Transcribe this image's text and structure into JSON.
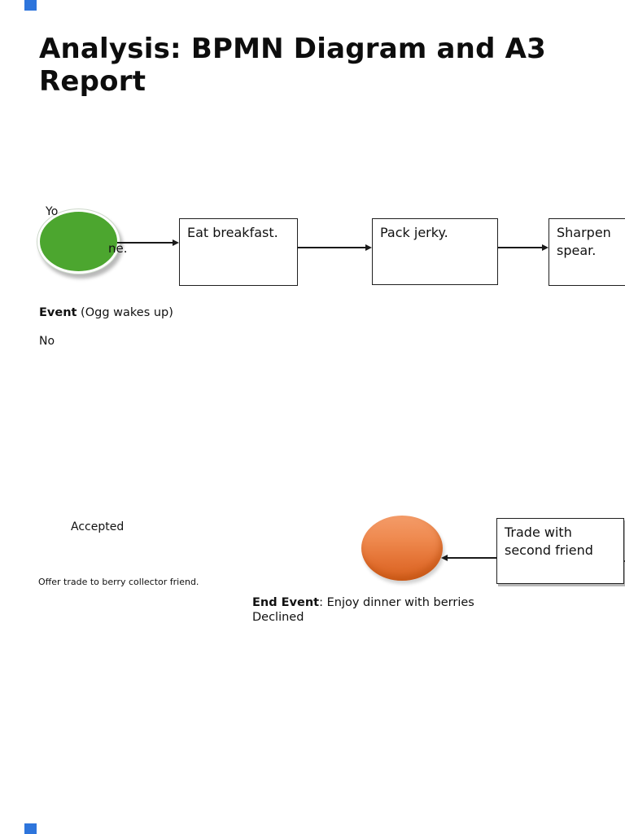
{
  "page": {
    "title_lines": [
      "Analysis: BPMN Diagram and A3",
      "Report"
    ]
  },
  "colors": {
    "start_event_green": "#4CA62F",
    "end_event_orange_top": "#F49C69",
    "end_event_orange_bottom": "#D96420",
    "page_marker_blue": "#2E75DC",
    "line_black": "#1A1A1A"
  },
  "diagram": {
    "start_event": {
      "text_fragment_top": "Yo",
      "text_fragment_right": "ne."
    },
    "tasks": [
      {
        "label": "Eat breakfast."
      },
      {
        "label": "Pack jerky."
      },
      {
        "label": "Sharpen spear."
      },
      {
        "label": "Trade with second friend"
      }
    ]
  },
  "annotations": {
    "event_label_bold": "Event",
    "event_label_rest": " (Ogg wakes up)",
    "no_text": "No",
    "accepted_text": "Accepted",
    "offer_note": "Offer trade to berry collector friend.",
    "end_event_bold": "End Event",
    "end_event_rest": ": Enjoy dinner with berries",
    "declined_text": "Declined"
  }
}
